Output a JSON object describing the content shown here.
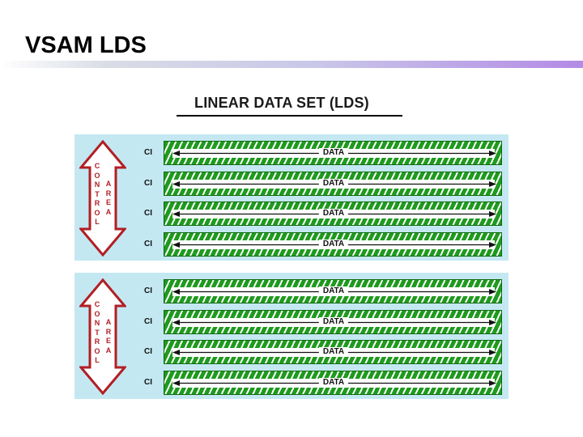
{
  "slide": {
    "title": "VSAM LDS"
  },
  "diagram": {
    "heading": "LINEAR DATA SET (LDS)",
    "control_text": [
      "C",
      "O",
      "N",
      "T",
      "R",
      "O",
      "L"
    ],
    "area_text": [
      "A",
      "R",
      "E",
      "A"
    ],
    "colors": {
      "panel": "#c4e8f2",
      "interval_fill": "#1f9a1f",
      "control_arrow": "#b11f24"
    },
    "control_areas": [
      {
        "intervals": [
          {
            "ci_label": "CI",
            "data_label": "DATA"
          },
          {
            "ci_label": "CI",
            "data_label": "DATA"
          },
          {
            "ci_label": "CI",
            "data_label": "DATA"
          },
          {
            "ci_label": "CI",
            "data_label": "DATA"
          }
        ]
      },
      {
        "intervals": [
          {
            "ci_label": "CI",
            "data_label": "DATA"
          },
          {
            "ci_label": "CI",
            "data_label": "DATA"
          },
          {
            "ci_label": "CI",
            "data_label": "DATA"
          },
          {
            "ci_label": "CI",
            "data_label": "DATA"
          }
        ]
      }
    ]
  }
}
